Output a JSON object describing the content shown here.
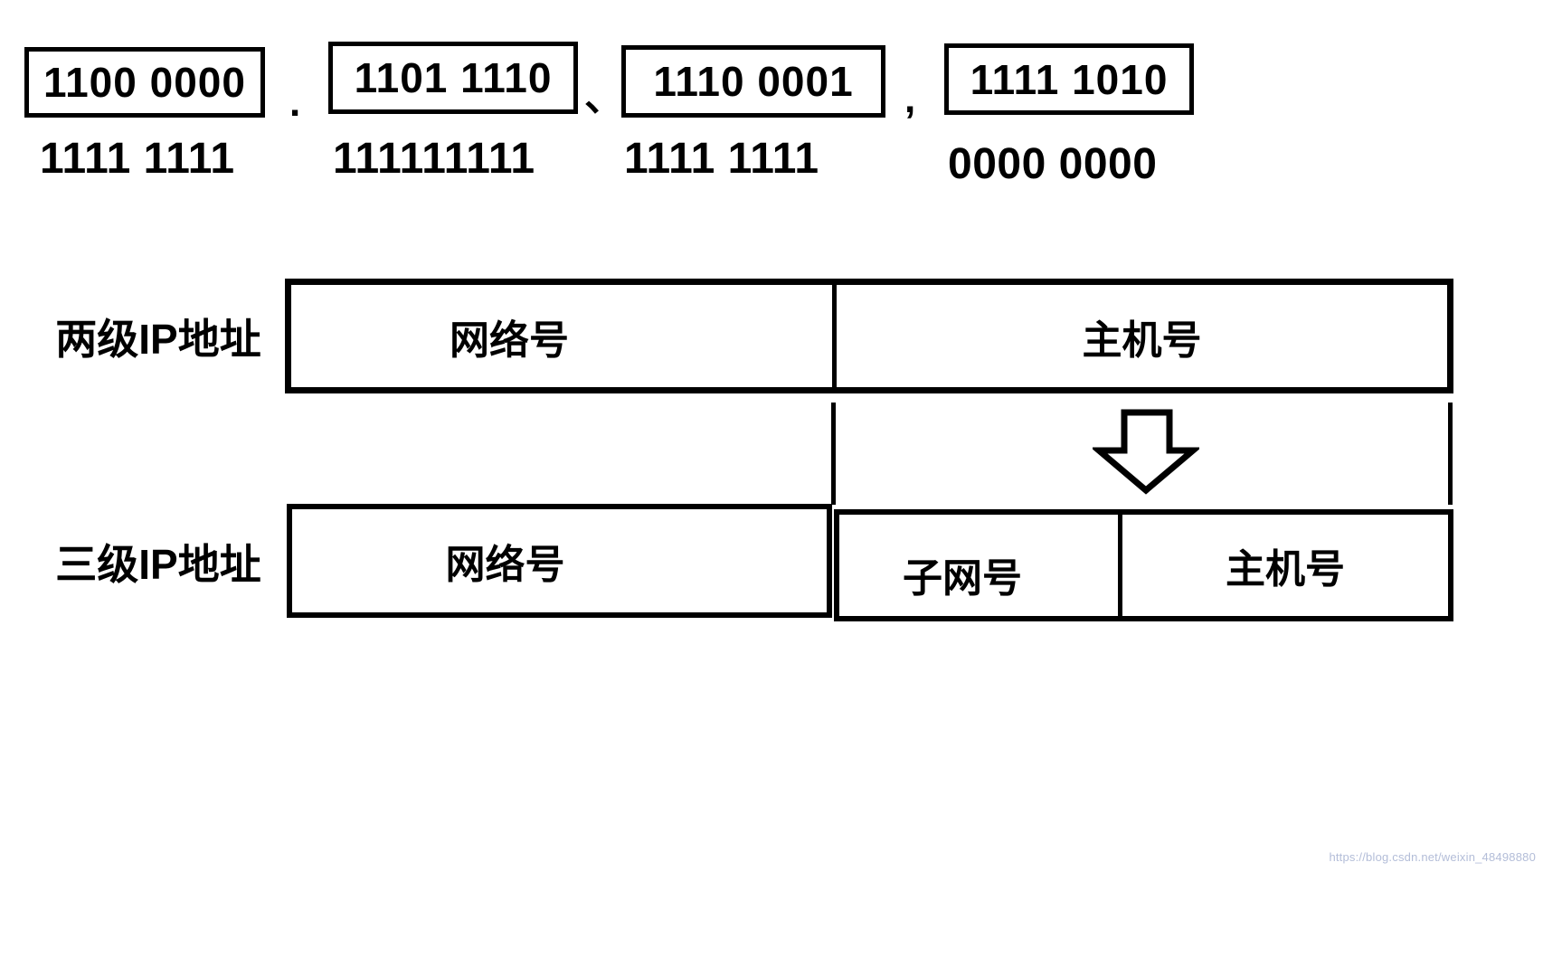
{
  "page": {
    "background": "#ffffff",
    "line_color": "#000000"
  },
  "binary_row": {
    "octets": [
      {
        "value": "1100 0000"
      },
      {
        "value": "1101 1110"
      },
      {
        "value": "1110 0001"
      },
      {
        "value": "1111 1010"
      }
    ],
    "separators": [
      ".",
      "、",
      ","
    ],
    "mask_bits": [
      "1111 1111",
      "111111111",
      "1111 1111",
      "0000 0000"
    ]
  },
  "two_level": {
    "label": "两级IP地址",
    "cells": [
      {
        "label": "网络号"
      },
      {
        "label": "主机号"
      }
    ]
  },
  "three_level": {
    "label": "三级IP地址",
    "cells": [
      {
        "label": "网络号"
      },
      {
        "label": "子网号"
      },
      {
        "label": "主机号"
      }
    ]
  },
  "arrow": {
    "name": "down-arrow"
  },
  "watermark": {
    "text": "https://blog.csdn.net/weixin_48498880",
    "color": "#b3bdd8"
  }
}
